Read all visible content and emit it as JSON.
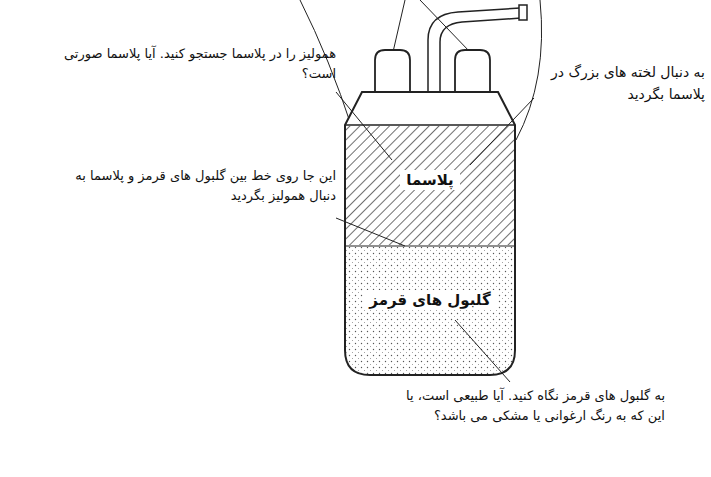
{
  "diagram": {
    "nodes": [
      {
        "text": [
          "پلاسما"
        ]
      },
      {
        "text": [
          "گلبول های قرمز"
        ]
      }
    ],
    "labels": [
      "همولیز را در پلاسما جستجو کنید. آیا پلاسما صورتی است؟",
      "به دنبال لخته های بزرگ در پلاسما بگردید",
      "این جا روی خط بین گلبول های قرمز و پلاسما به دنبال همولیز بگردید",
      "به گلبول های قرمز نگاه کنید. آیا طبیعی است، یا این که به رنگ ارغوانی یا مشکی می باشد؟"
    ]
  }
}
